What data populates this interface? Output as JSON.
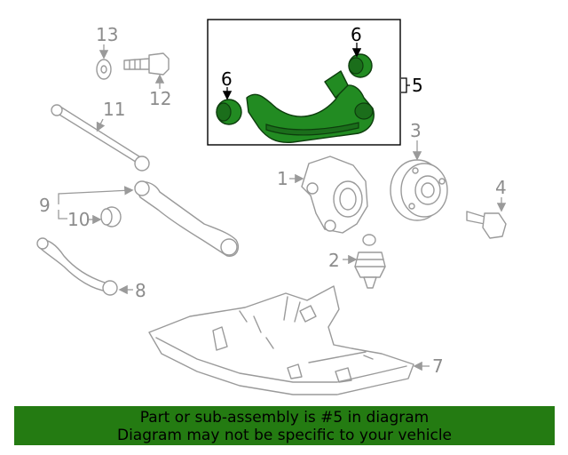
{
  "diagram": {
    "callouts": {
      "c1": "1",
      "c2": "2",
      "c3": "3",
      "c4": "4",
      "c5": "5",
      "c6a": "6",
      "c6b": "6",
      "c7": "7",
      "c8": "8",
      "c9": "9",
      "c10": "10",
      "c11": "11",
      "c12": "12",
      "c13": "13"
    },
    "highlight_color": "#228b22"
  },
  "footer": {
    "line1": "Part or sub-assembly is #5 in diagram",
    "line2": "Diagram may not be specific to your vehicle",
    "background": "#247b12"
  }
}
